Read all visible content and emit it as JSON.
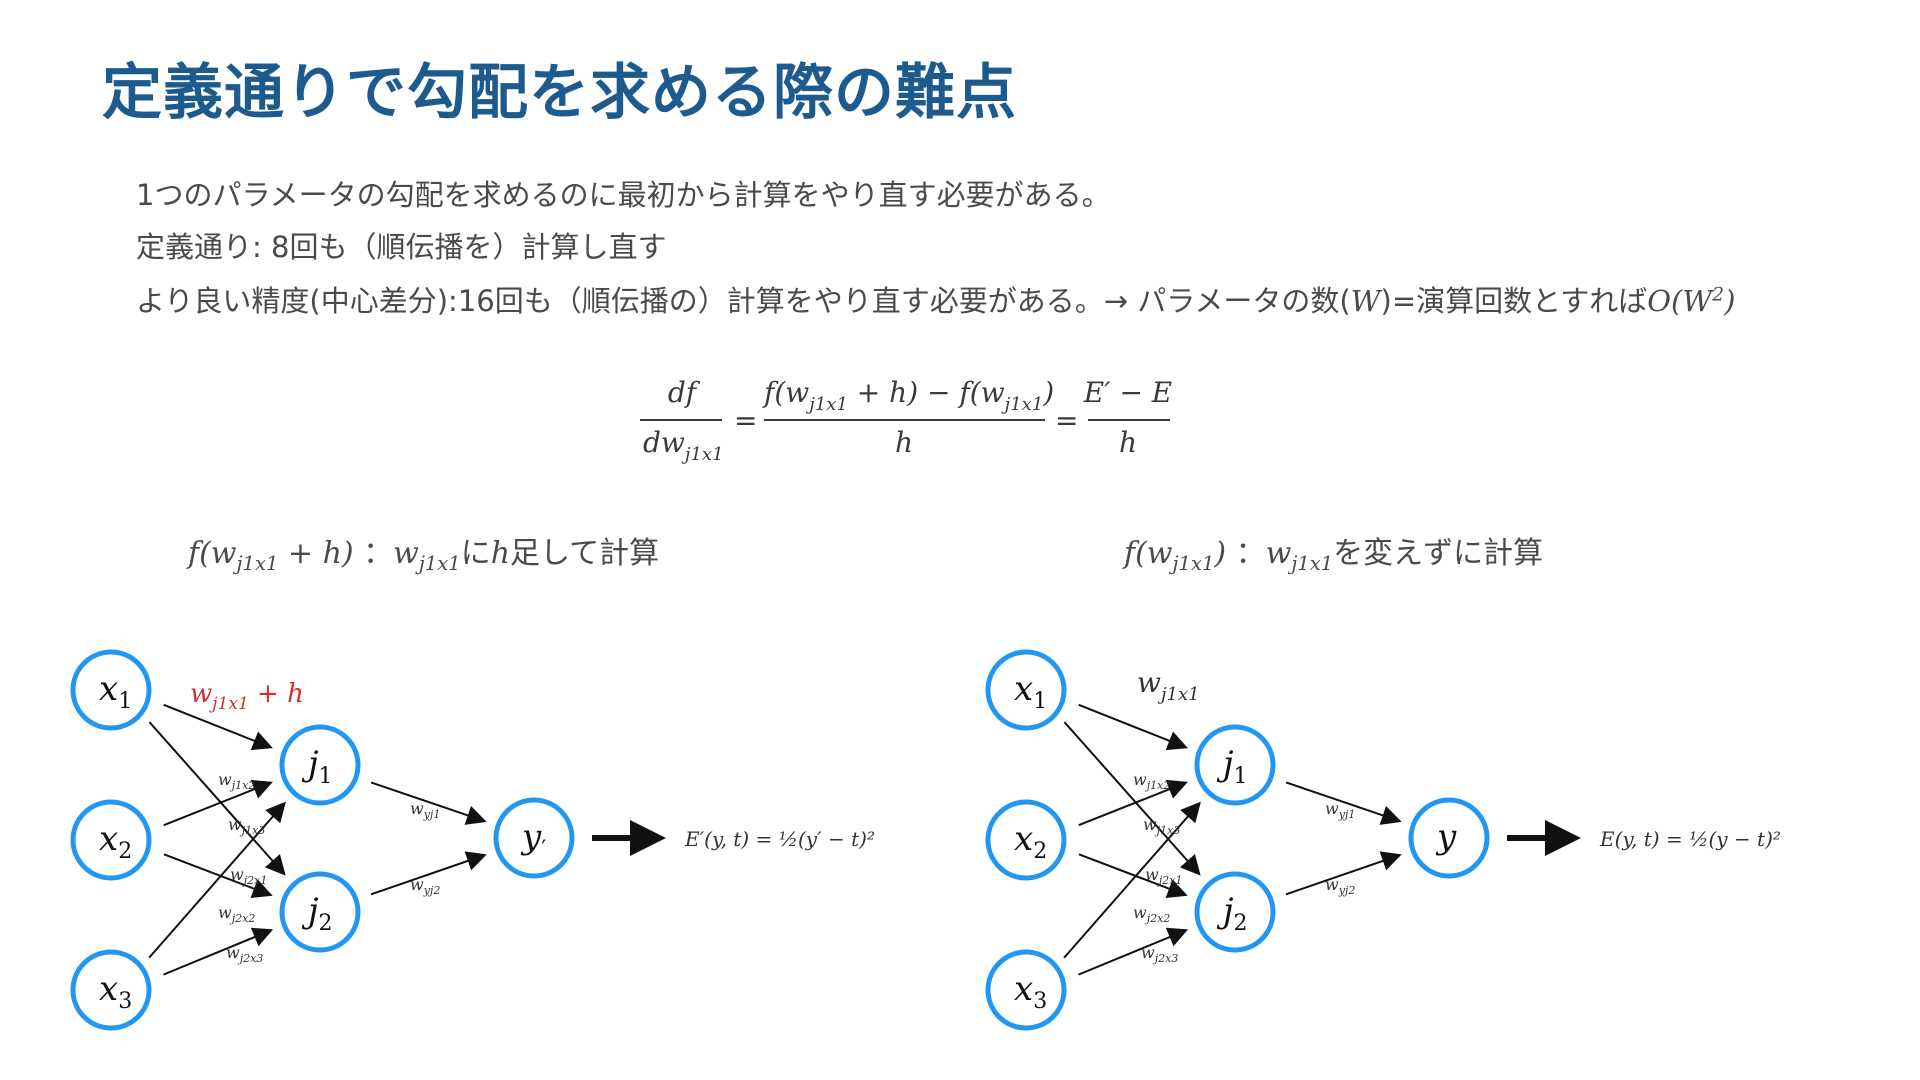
{
  "slide": {
    "title": "定義通りで勾配を求める際の難点",
    "bullets": [
      "1つのパラメータの勾配を求めるのに最初から計算をやり直す必要がある。",
      "定義通り: 8回も（順伝播を）計算し直す",
      "より良い精度(中心差分):16回も（順伝播の）計算をやり直す必要がある。→ パラメータの数(",
      ")=演算回数とすれば"
    ],
    "bullet3_math": {
      "W": "W",
      "O": "O(W",
      "sup": "2",
      "close": ")"
    }
  },
  "formula": {
    "lhs_num": "df",
    "lhs_den": "dw",
    "sub": "j1x1",
    "mid_num": "f(w",
    "mid_num_2": " + h) − f(w",
    "mid_num_3": ")",
    "mid_den": "h",
    "rhs_num": "E′ − E",
    "rhs_den": "h",
    "eq": "="
  },
  "captions": {
    "left_math": "f(w",
    "left_sub": "j1x1",
    "left_math2": " + h)",
    "left_text_a": "：",
    "left_w": "w",
    "left_text_b": "に",
    "left_h": "h",
    "left_text_c": "足して計算",
    "right_math": "f(w",
    "right_sub": "j1x1",
    "right_math2": ")",
    "right_text_a": "：",
    "right_w": "w",
    "right_text_b": "を変えずに計算"
  },
  "networks": {
    "left": {
      "nodes": [
        "x1",
        "x2",
        "x3",
        "j1",
        "j2",
        "y′"
      ],
      "weight_highlight": "w j1x1 + h",
      "weights": [
        "wj1x2",
        "wj1x3",
        "wj2x1",
        "wj2x2",
        "wj2x3",
        "wyj1",
        "wyj2"
      ],
      "loss": "E′(y, t) = ½(y′ − t)²"
    },
    "right": {
      "nodes": [
        "x1",
        "x2",
        "x3",
        "j1",
        "j2",
        "y"
      ],
      "weight_top": "w j1x1",
      "weights": [
        "wj1x2",
        "wj1x3",
        "wj2x1",
        "wj2x2",
        "wj2x3",
        "wyj1",
        "wyj2"
      ],
      "loss": "E(y, t) = ½(y − t)²"
    }
  },
  "colors": {
    "title": "#1d5a8e",
    "node": "#2196f3",
    "highlight": "#d32f2f"
  }
}
